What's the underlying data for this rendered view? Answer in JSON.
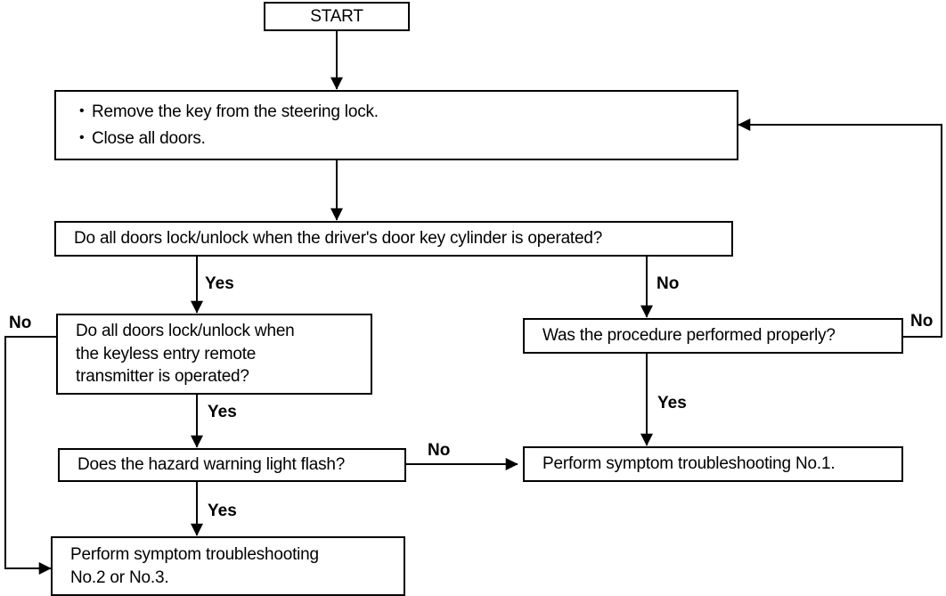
{
  "diagram": {
    "title": "Keyless entry / power door lock diagnostic flowchart",
    "line_color": "#000000",
    "background": "#ffffff"
  },
  "nodes": {
    "start": {
      "label": "START"
    },
    "prepare": {
      "bullets": [
        "Remove the key from the steering lock.",
        "Close all doors."
      ],
      "bullet_glyph": "•"
    },
    "key_cylinder_check": {
      "label": "Do all doors lock/unlock when the driver's door key cylinder is operated?"
    },
    "remote_check": {
      "label": "Do all doors lock/unlock when\nthe keyless entry remote\ntransmitter is operated?"
    },
    "procedure_check": {
      "label": "Was the procedure performed properly?"
    },
    "hazard_check": {
      "label": "Does the hazard warning light flash?"
    },
    "symptom_1": {
      "label": "Perform symptom troubleshooting No.1."
    },
    "symptom_2_3": {
      "label": "Perform symptom troubleshooting\nNo.2 or No.3."
    }
  },
  "edge_labels": {
    "key_cylinder_yes": "Yes",
    "key_cylinder_no": "No",
    "remote_no": "No",
    "remote_yes": "Yes",
    "procedure_no": "No",
    "procedure_yes": "Yes",
    "hazard_no": "No",
    "hazard_yes": "Yes"
  }
}
